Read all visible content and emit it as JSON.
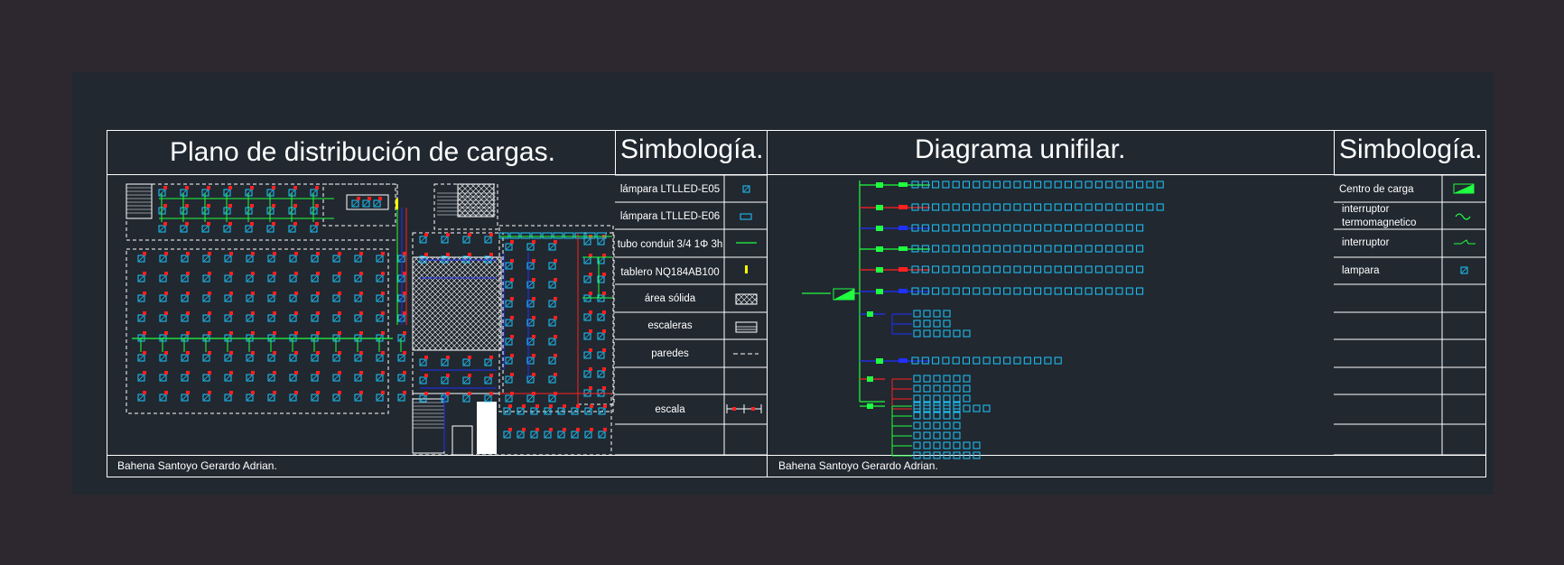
{
  "left_panel": {
    "title": "Plano de distribución de cargas.",
    "symbology_title": "Simbología.",
    "symbology": [
      {
        "label": "lámpara LTLLED-E05",
        "icon": "lamp-e05-icon"
      },
      {
        "label": "lámpara LTLLED-E06",
        "icon": "lamp-e06-icon"
      },
      {
        "label": "tubo conduit 3/4 1Φ 3h",
        "icon": "conduit-line-icon"
      },
      {
        "label": "tablero NQ184AB100",
        "icon": "panel-board-icon"
      },
      {
        "label": "área sólida",
        "icon": "solid-area-hatch-icon"
      },
      {
        "label": "escaleras",
        "icon": "stairs-icon"
      },
      {
        "label": "paredes",
        "icon": "walls-dashed-icon"
      },
      {
        "label": "",
        "icon": ""
      },
      {
        "label": "escala",
        "icon": "scale-bar-icon"
      }
    ],
    "author": "Bahena Santoyo Gerardo Adrian."
  },
  "right_panel": {
    "title": "Diagrama unifilar.",
    "symbology_title": "Simbología.",
    "symbology": [
      {
        "label": "Centro de carga",
        "icon": "load-center-icon"
      },
      {
        "label": "interruptor termomagnetico",
        "icon": "thermomagnetic-breaker-icon"
      },
      {
        "label": "interruptor",
        "icon": "switch-icon"
      },
      {
        "label": "lampara",
        "icon": "lamp-icon"
      }
    ],
    "author": "Bahena Santoyo Gerardo Adrian."
  },
  "colors": {
    "background": "#2d2830",
    "sheet": "#212830",
    "lines": "#ffffff",
    "lamp": "#1ec8ff",
    "red": "#ff2020",
    "green": "#20ff40",
    "blue": "#2030ff",
    "yellow": "#ffff00",
    "cyan": "#20ffff"
  }
}
